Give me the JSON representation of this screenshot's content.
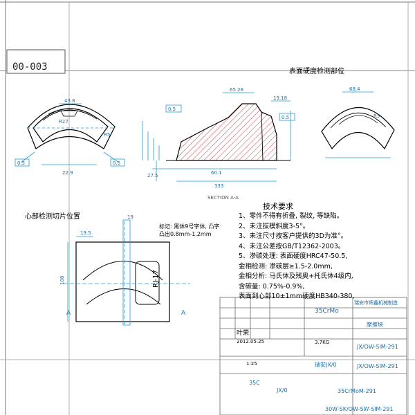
{
  "drawing_number": "00-003",
  "titles": {
    "hardness_zone": "表面硬度检测部位",
    "core_section": "心部检测切片位置",
    "section_label": "SECTION A-A",
    "marking_note_1": "标记: 黑体9号字体, 凸字",
    "marking_note_2": "凸出0.8mm-1.2mm",
    "part_mark": "RJ-17"
  },
  "dims": {
    "top_a": "43.8",
    "top_b": "R27",
    "top_c": "22.9",
    "top_d": "0.5",
    "top_e": "0.5",
    "top_f": "R5",
    "sec_a": "65.28",
    "sec_b": "19.18",
    "sec_c": "0.5",
    "sec_d": "0.5",
    "sec_e": "60.1",
    "sec_f": "333",
    "sec_g": "27.5",
    "right_a": "68.4",
    "right_b": "R5",
    "front_a": "19.5",
    "front_b": "19",
    "front_c": "108",
    "arrow_a": "A"
  },
  "requirements": {
    "heading": "技术要求",
    "lines": [
      "1、零件不得有折叠, 裂纹, 等缺陷。",
      "2、未注拔模斜度3-5°。",
      "3、未注尺寸按客户提供的3D为准°。",
      "4、未注公差按GB/T12362-2003。",
      "5、渗碳处理: 表面硬度HRC47-50.5,",
      "    金相检测: 渗碳层≥1.5-2.0mm,",
      "    金相分析: 马氏体及残奥+托氏体4级内,",
      "    含碳量: 0.75%-0.9%,",
      "    表面到心部10±1mm硬度HB340-380,"
    ]
  },
  "title_block": {
    "material": "35CrMo",
    "company": "瑞安市辉鑫机械制造",
    "part_name": "摩擦块",
    "designer": "叶荣",
    "date": "2012.05.25",
    "weight": "3.7KG",
    "code_1": "JX/OW-SIM-291",
    "code_2": "JX/OW-SIM-291",
    "code_3": "35CrMoM-291",
    "code_4": "30W-SK/OW-SW-SIM-291",
    "repeat_1": "瑞安JX/0",
    "repeat_2": "35C",
    "repeat_3": "JX/0",
    "scale": "1:25"
  }
}
